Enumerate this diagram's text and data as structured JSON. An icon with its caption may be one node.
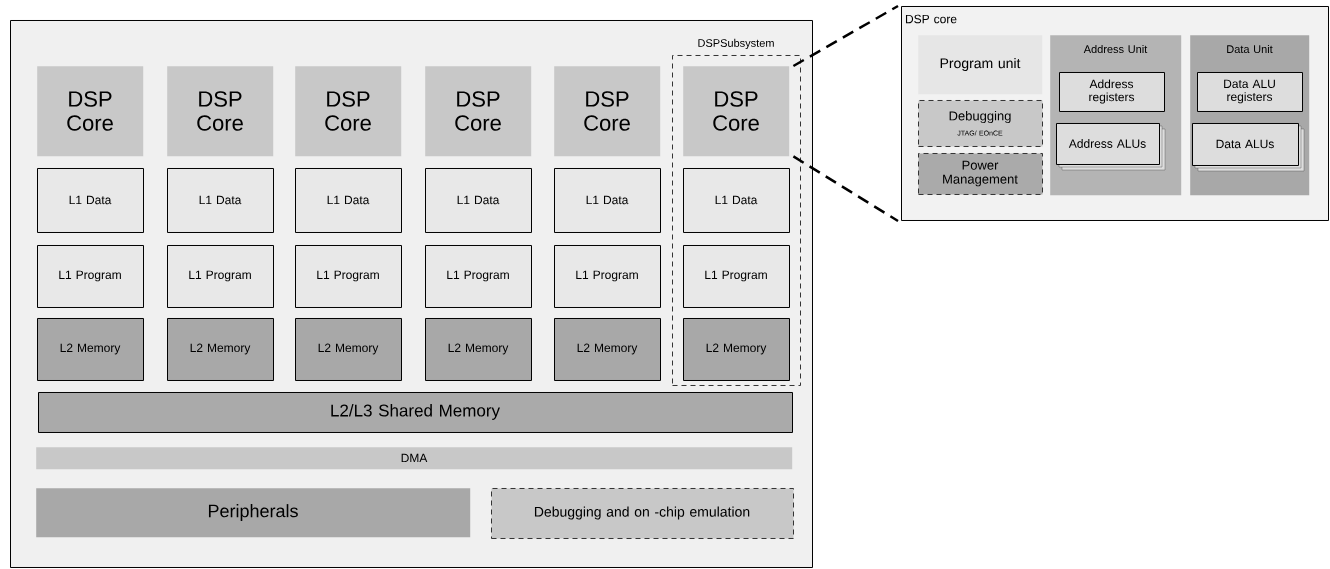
{
  "diagram": {
    "nodes": [
      {
        "text": [],
        "shape": "box"
      },
      {
        "text": [
          "DSPSubsystem"
        ],
        "in": 0
      },
      {
        "text": [
          "DSP Core"
        ],
        "in": 0
      },
      {
        "text": [
          "DSP Core"
        ],
        "in": 0
      },
      {
        "text": [
          "DSP Core"
        ],
        "in": 0
      },
      {
        "text": [
          "DSP Core"
        ],
        "in": 0
      },
      {
        "text": [
          "DSP Core"
        ],
        "in": 0
      },
      {
        "text": [
          "DSP Core"
        ],
        "in": 1
      },
      {
        "text": [
          "L1 Data"
        ],
        "in": 0
      },
      {
        "text": [
          "L1 Data"
        ],
        "in": 0
      },
      {
        "text": [
          "L1 Data"
        ],
        "in": 0
      },
      {
        "text": [
          "L1 Data"
        ],
        "in": 0
      },
      {
        "text": [
          "L1 Data"
        ],
        "in": 0
      },
      {
        "text": [
          "L1 Data"
        ],
        "in": 1
      },
      {
        "text": [
          "L1 Program"
        ],
        "in": 0
      },
      {
        "text": [
          "L1 Program"
        ],
        "in": 0
      },
      {
        "text": [
          "L1 Program"
        ],
        "in": 0
      },
      {
        "text": [
          "L1 Program"
        ],
        "in": 0
      },
      {
        "text": [
          "L1 Program"
        ],
        "in": 0
      },
      {
        "text": [
          "L1 Program"
        ],
        "in": 1
      },
      {
        "text": [
          "L2 Memory"
        ],
        "in": 0
      },
      {
        "text": [
          "L2 Memory"
        ],
        "in": 0
      },
      {
        "text": [
          "L2 Memory"
        ],
        "in": 0
      },
      {
        "text": [
          "L2 Memory"
        ],
        "in": 0
      },
      {
        "text": [
          "L2 Memory"
        ],
        "in": 0
      },
      {
        "text": [
          "L2 Memory"
        ],
        "in": 1
      },
      {
        "text": [
          "L2/L3 Shared Memory"
        ],
        "in": 0
      },
      {
        "text": [
          "DMA"
        ],
        "in": 0
      },
      {
        "text": [
          "Peripherals"
        ],
        "in": 0
      },
      {
        "text": [
          "Debugging and on -chip emulation"
        ],
        "in": 0
      },
      {
        "text": [
          "DSP core"
        ]
      },
      {
        "text": [
          "Program unit"
        ],
        "in": 30
      },
      {
        "text": [
          "Debugging",
          "JTAG/ EOnCE"
        ],
        "in": 30
      },
      {
        "text": [
          "Power Management"
        ],
        "in": 30
      },
      {
        "text": [
          "Address Unit"
        ],
        "in": 30
      },
      {
        "text": [
          "Address registers"
        ],
        "in": 34
      },
      {
        "text": [
          "Address ALUs"
        ],
        "in": 34
      },
      {
        "text": [
          "Data Unit"
        ],
        "in": 30
      },
      {
        "text": [
          "Data ALU registers"
        ],
        "in": 37
      },
      {
        "text": [
          "Data ALUs"
        ],
        "in": 37
      }
    ],
    "edges": [
      {
        "from": 7,
        "to": 30,
        "arrow": "none",
        "style": "dashed"
      },
      {
        "from": 7,
        "to": 30,
        "arrow": "none",
        "style": "dashed"
      }
    ]
  }
}
